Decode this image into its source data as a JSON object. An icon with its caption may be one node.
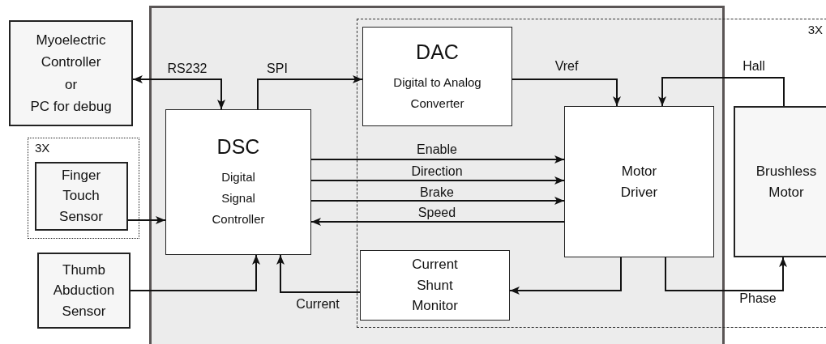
{
  "diagram": {
    "nodes": [
      {
        "text": [
          "Myoelectric Controller or PC for debug"
        ]
      },
      {
        "text": [
          "3X"
        ]
      },
      {
        "text": [
          "Finger Touch Sensor"
        ],
        "in": 1
      },
      {
        "text": [
          "Thumb Abduction Sensor"
        ]
      },
      {
        "text": [],
        "shape": "box"
      },
      {
        "text": [
          "DSC",
          "Digital Signal Controller"
        ],
        "in": 4
      },
      {
        "text": [
          "3X"
        ]
      },
      {
        "text": [
          "DAC",
          "Digital to Analog Converter"
        ]
      },
      {
        "text": [
          "Motor Driver"
        ]
      },
      {
        "text": [
          "Brushless Motor"
        ],
        "in": 6
      },
      {
        "text": [
          "Current Shunt Monitor"
        ]
      }
    ],
    "edges": [
      {
        "from": 0,
        "to": 5,
        "arrow": "both",
        "label": "RS232"
      },
      {
        "from": 5,
        "to": 7,
        "arrow": "to",
        "label": "SPI"
      },
      {
        "from": 7,
        "to": 8,
        "arrow": "to",
        "label": "Vref"
      },
      {
        "from": 9,
        "to": 8,
        "arrow": "to",
        "label": "Hall"
      },
      {
        "from": 5,
        "to": 8,
        "arrow": "to",
        "label": "Enable"
      },
      {
        "from": 5,
        "to": 8,
        "arrow": "to",
        "label": "Direction"
      },
      {
        "from": 5,
        "to": 8,
        "arrow": "to",
        "label": "Brake"
      },
      {
        "from": 8,
        "to": 5,
        "arrow": "to",
        "label": "Speed"
      },
      {
        "from": 8,
        "to": 10,
        "arrow": "to"
      },
      {
        "from": 10,
        "to": 5,
        "arrow": "to",
        "label": "Current"
      },
      {
        "from": 3,
        "to": 5,
        "arrow": "to"
      },
      {
        "from": 2,
        "to": 5,
        "arrow": "to"
      },
      {
        "from": 8,
        "to": 9,
        "arrow": "to",
        "label": "Phase"
      }
    ]
  }
}
